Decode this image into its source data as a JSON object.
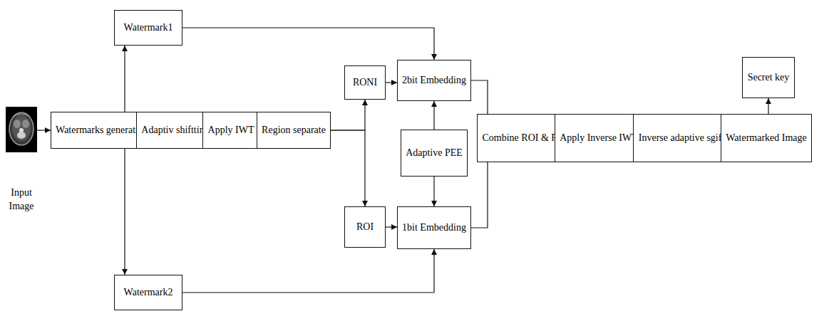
{
  "diagram": {
    "nodes": [
      {
        "text": [
          "Input Image"
        ]
      },
      {
        "text": [
          "Watermarks generation"
        ]
      },
      {
        "text": [
          "Watermark1"
        ]
      },
      {
        "text": [
          "Adaptiv shiftting"
        ]
      },
      {
        "text": [
          "Apply IWT"
        ]
      },
      {
        "text": [
          "Region separate"
        ]
      },
      {
        "text": [
          "RONI"
        ]
      },
      {
        "text": [
          "2bit Embedding"
        ]
      },
      {
        "text": [
          "Adaptive PEE"
        ]
      },
      {
        "text": [
          "ROI"
        ]
      },
      {
        "text": [
          "1bit Embedding"
        ]
      },
      {
        "text": [
          "Watermark2"
        ]
      },
      {
        "text": [
          "Combine ROI & RONI"
        ]
      },
      {
        "text": [
          "Apply Inverse IWT"
        ]
      },
      {
        "text": [
          "Inverse adaptive sgifting"
        ]
      },
      {
        "text": [
          "Watermarked Image"
        ]
      },
      {
        "text": [
          "Secret key"
        ]
      }
    ],
    "edges": [
      {
        "from": 0,
        "to": 1,
        "arrow": "to"
      },
      {
        "from": 1,
        "to": 2,
        "arrow": "to"
      },
      {
        "from": 1,
        "to": 11,
        "arrow": "to"
      },
      {
        "from": 1,
        "to": 3,
        "arrow": "to"
      },
      {
        "from": 3,
        "to": 4,
        "arrow": "to"
      },
      {
        "from": 4,
        "to": 5,
        "arrow": "to"
      },
      {
        "from": 5,
        "to": 6,
        "arrow": "to"
      },
      {
        "from": 5,
        "to": 9,
        "arrow": "to"
      },
      {
        "from": 2,
        "to": 7,
        "arrow": "to"
      },
      {
        "from": 6,
        "to": 7,
        "arrow": "to"
      },
      {
        "from": 8,
        "to": 7,
        "arrow": "to"
      },
      {
        "from": 8,
        "to": 10,
        "arrow": "to"
      },
      {
        "from": 9,
        "to": 10,
        "arrow": "to"
      },
      {
        "from": 11,
        "to": 10,
        "arrow": "to"
      },
      {
        "from": 7,
        "to": 12,
        "arrow": "to"
      },
      {
        "from": 10,
        "to": 12,
        "arrow": "to"
      },
      {
        "from": 12,
        "to": 13,
        "arrow": "to"
      },
      {
        "from": 13,
        "to": 14,
        "arrow": "to"
      },
      {
        "from": 14,
        "to": 15,
        "arrow": "to"
      },
      {
        "from": 15,
        "to": 16,
        "arrow": "to"
      }
    ]
  }
}
